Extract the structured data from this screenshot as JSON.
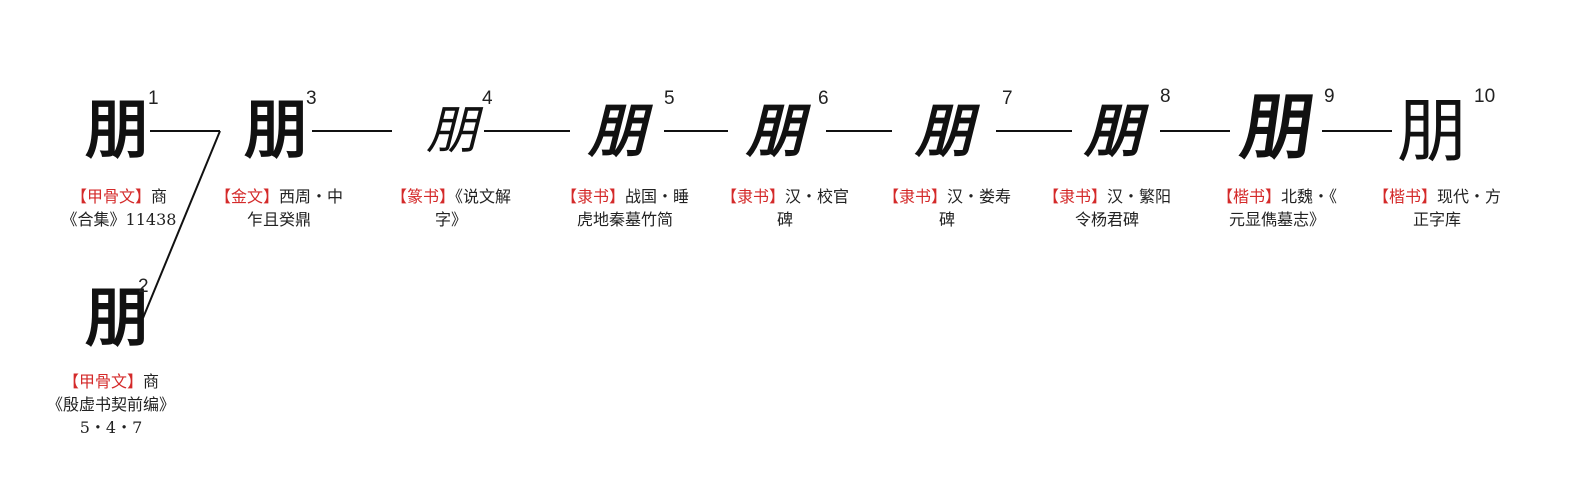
{
  "stages": [
    {
      "n": "1",
      "glyph": "朋",
      "script": "【甲骨文】",
      "src": "商",
      "src2": "《合集》11438"
    },
    {
      "n": "2",
      "glyph": "朋",
      "script": "【甲骨文】",
      "src": "商",
      "src2": "《殷虚书契前编》",
      "src3": "5・4・7"
    },
    {
      "n": "3",
      "glyph": "朋",
      "script": "【金文】",
      "src": "西周・中",
      "src2": "乍且癸鼎"
    },
    {
      "n": "4",
      "glyph": "朋",
      "script": "【篆书】",
      "src": "《说文解",
      "src2": "字》"
    },
    {
      "n": "5",
      "glyph": "朋",
      "script": "【隶书】",
      "src": "战国・睡",
      "src2": "虎地秦墓竹简"
    },
    {
      "n": "6",
      "glyph": "朋",
      "script": "【隶书】",
      "src": "汉・校官",
      "src2": "碑"
    },
    {
      "n": "7",
      "glyph": "朋",
      "script": "【隶书】",
      "src": "汉・娄寿",
      "src2": "碑"
    },
    {
      "n": "8",
      "glyph": "朋",
      "script": "【隶书】",
      "src": "汉・繁阳",
      "src2": "令杨君碑"
    },
    {
      "n": "9",
      "glyph": "朋",
      "script": "【楷书】",
      "src": "北魏・《",
      "src2": "元显儁墓志》"
    },
    {
      "n": "10",
      "glyph": "朋",
      "script": "【楷书】",
      "src": "现代・方",
      "src2": "正字库"
    }
  ],
  "colors": {
    "script_tag": "#d42a2a",
    "text": "#222222",
    "line": "#111111"
  }
}
